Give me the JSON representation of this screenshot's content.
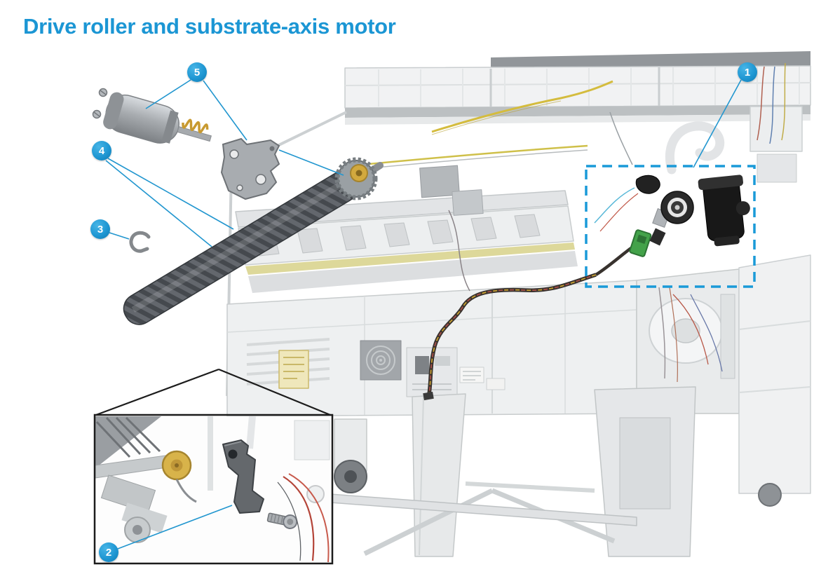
{
  "page": {
    "title": "Drive roller and substrate-axis motor"
  },
  "colors": {
    "title_blue": "#1b96d4",
    "callout_blue": "#1f97d3",
    "leader_line_blue": "#2196cf",
    "highlight_dashed_blue": "#1a9ad8",
    "inset_border_black": "#1c1c1c"
  },
  "callouts": [
    {
      "label": "1"
    },
    {
      "label": "2"
    },
    {
      "label": "3"
    },
    {
      "label": "4"
    },
    {
      "label": "5"
    }
  ]
}
